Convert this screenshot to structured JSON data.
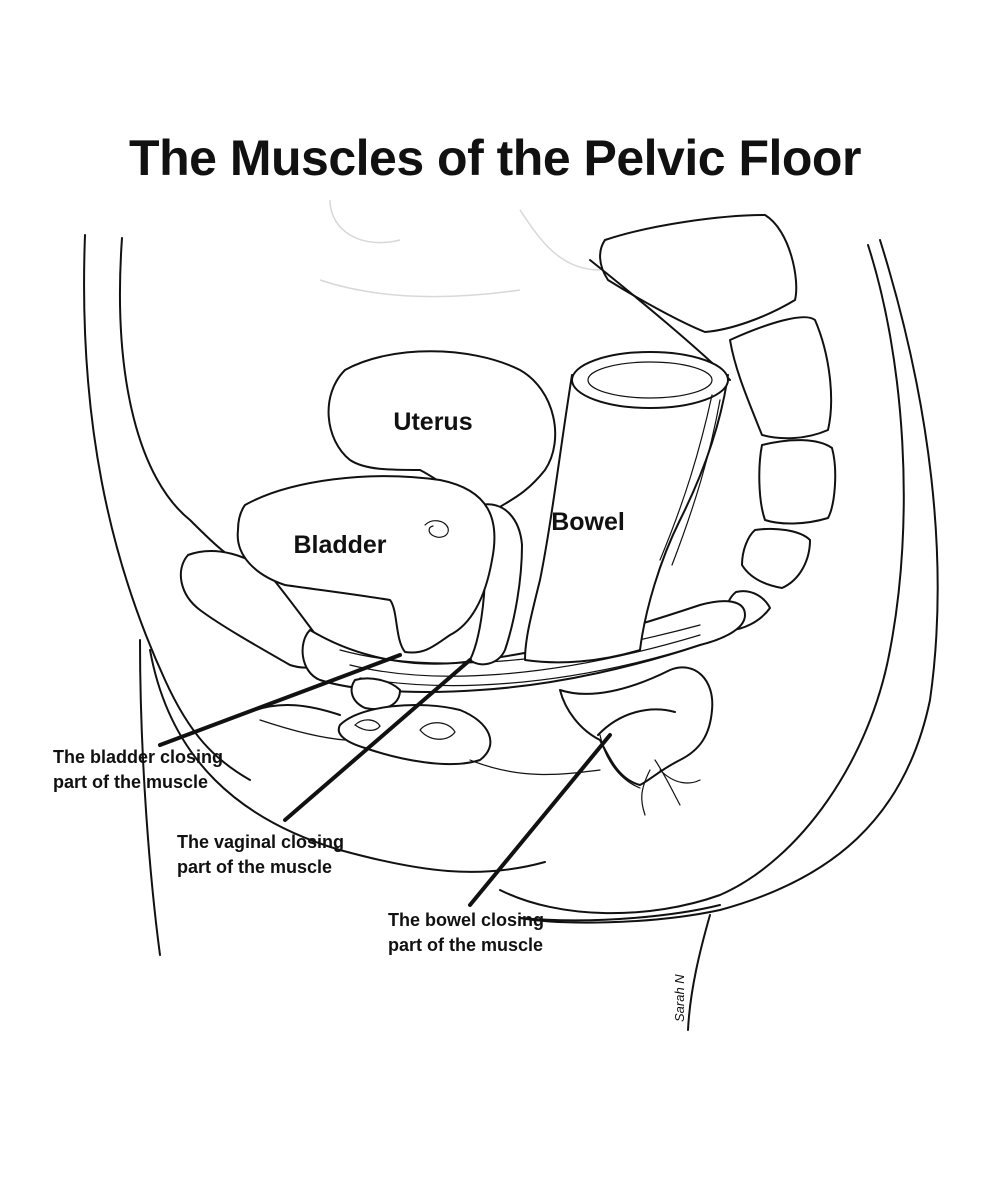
{
  "title": "The Muscles of the Pelvic Floor",
  "organs": {
    "uterus": "Uterus",
    "bladder": "Bladder",
    "bowel": "Bowel"
  },
  "captions": {
    "bladder": [
      "The bladder closing",
      "part of the muscle"
    ],
    "vaginal": [
      "The vaginal closing",
      "part of the muscle"
    ],
    "bowel": [
      "The bowel closing",
      "part of the muscle"
    ]
  },
  "signature": "Sarah N"
}
